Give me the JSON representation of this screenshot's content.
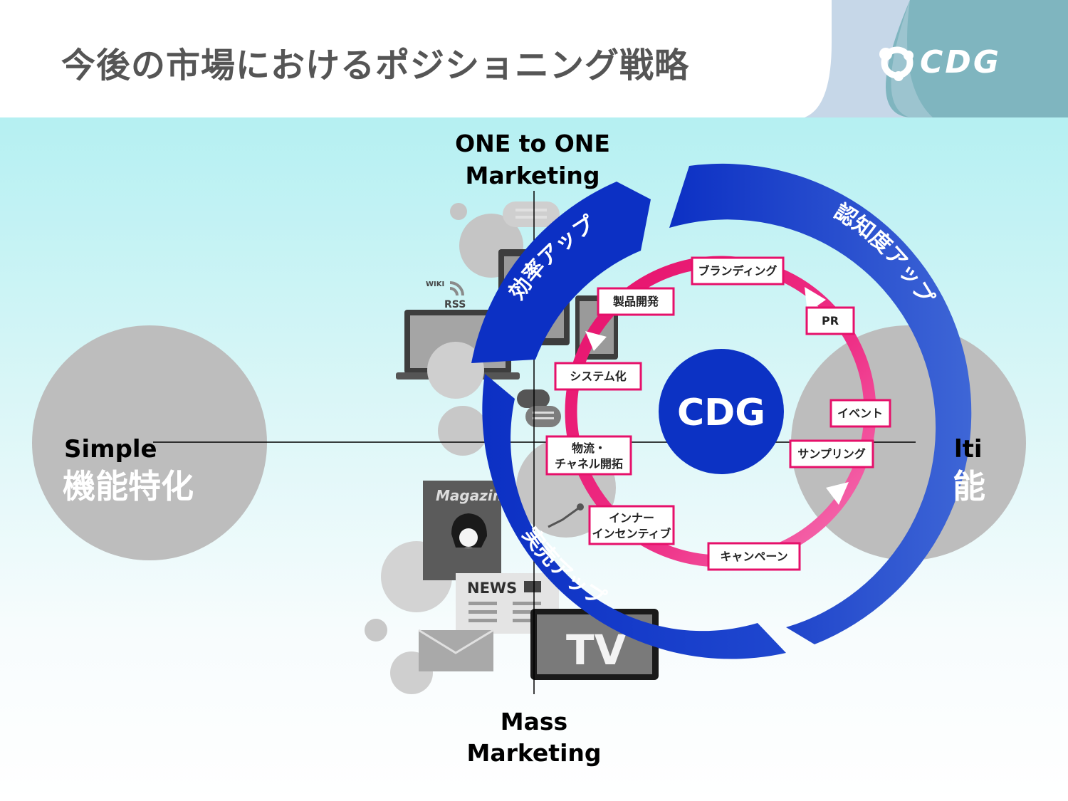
{
  "header": {
    "title": "今後の市場におけるポジショニング戦略"
  },
  "logo": {
    "text": "CDG"
  },
  "axes": {
    "top": {
      "line1": "ONE to ONE",
      "line2": "Marketing"
    },
    "bottom": {
      "line1": "Mass",
      "line2": "Marketing"
    },
    "left": {
      "label_en": "Simple",
      "label_jp": "機能特化"
    },
    "right": {
      "label_en": "lti",
      "label_jp": "能"
    }
  },
  "media_icons": {
    "wiki": "WIKI",
    "rss": "RSS",
    "magazine": "Magazine",
    "news": "NEWS",
    "tv": "TV"
  },
  "cycle": {
    "center": "CDG",
    "arcs": [
      "効率アップ",
      "認知度アップ",
      "実売アップ"
    ],
    "items": [
      {
        "label": "ブランディング"
      },
      {
        "label": "PR"
      },
      {
        "label": "イベント"
      },
      {
        "label": "サンプリング"
      },
      {
        "label": "キャンペーン"
      },
      {
        "label_line1": "インナー",
        "label_line2": "インセンティブ"
      },
      {
        "label_line1": "物流・",
        "label_line2": "チャネル開拓"
      },
      {
        "label": "システム化"
      },
      {
        "label": "製品開発"
      }
    ]
  },
  "colors": {
    "arc_blue": "#0f33c8",
    "ring_pink": "#ec1a75",
    "center_blue": "#0c32c4",
    "bubble_gray": "#bdbdbd",
    "title_gray": "#555555",
    "teal_corner": "#7fb5bf"
  }
}
